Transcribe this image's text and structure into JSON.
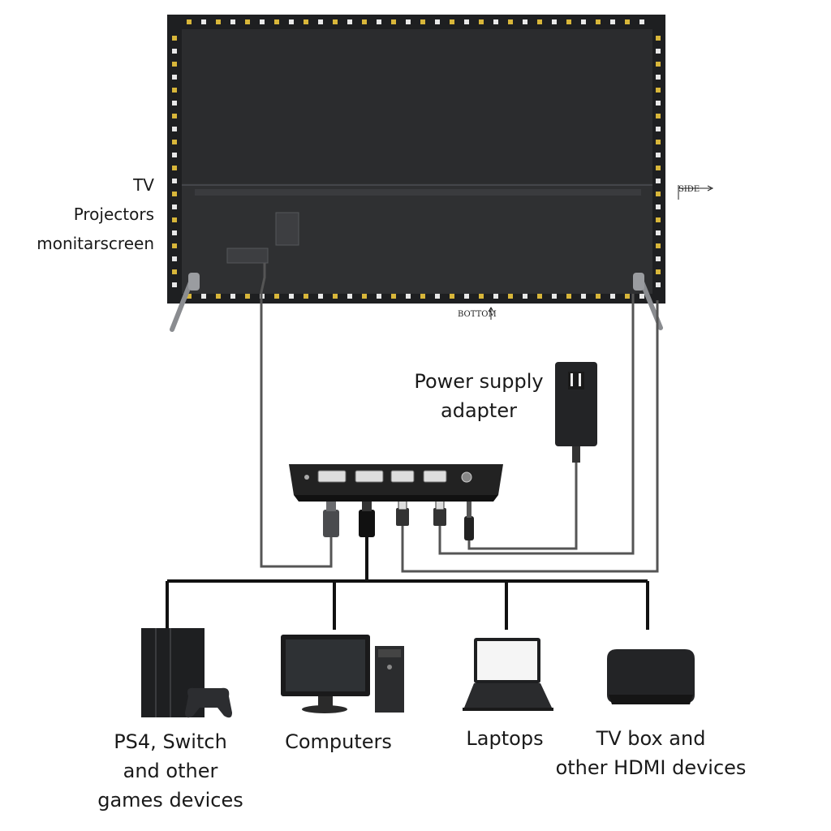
{
  "tv_label": [
    "TV",
    "Projectors",
    "monitarscreen"
  ],
  "tags": {
    "side": "SIDE",
    "bottom": "BOTTOM"
  },
  "power_label": [
    "Power supply",
    "adapter"
  ],
  "devices": [
    {
      "lines": [
        "PS4, Switch",
        "and other",
        "games devices"
      ],
      "icon": "game-console-icon"
    },
    {
      "lines": [
        "Computers"
      ],
      "icon": "desktop-computer-icon"
    },
    {
      "lines": [
        "Laptops"
      ],
      "icon": "laptop-icon"
    },
    {
      "lines": [
        "TV box and",
        "other HDMI devices"
      ],
      "icon": "tv-box-icon"
    }
  ],
  "colors": {
    "tv_body": "#2b2c2e",
    "cable": "#555555",
    "hdmi_box": "#222222"
  }
}
